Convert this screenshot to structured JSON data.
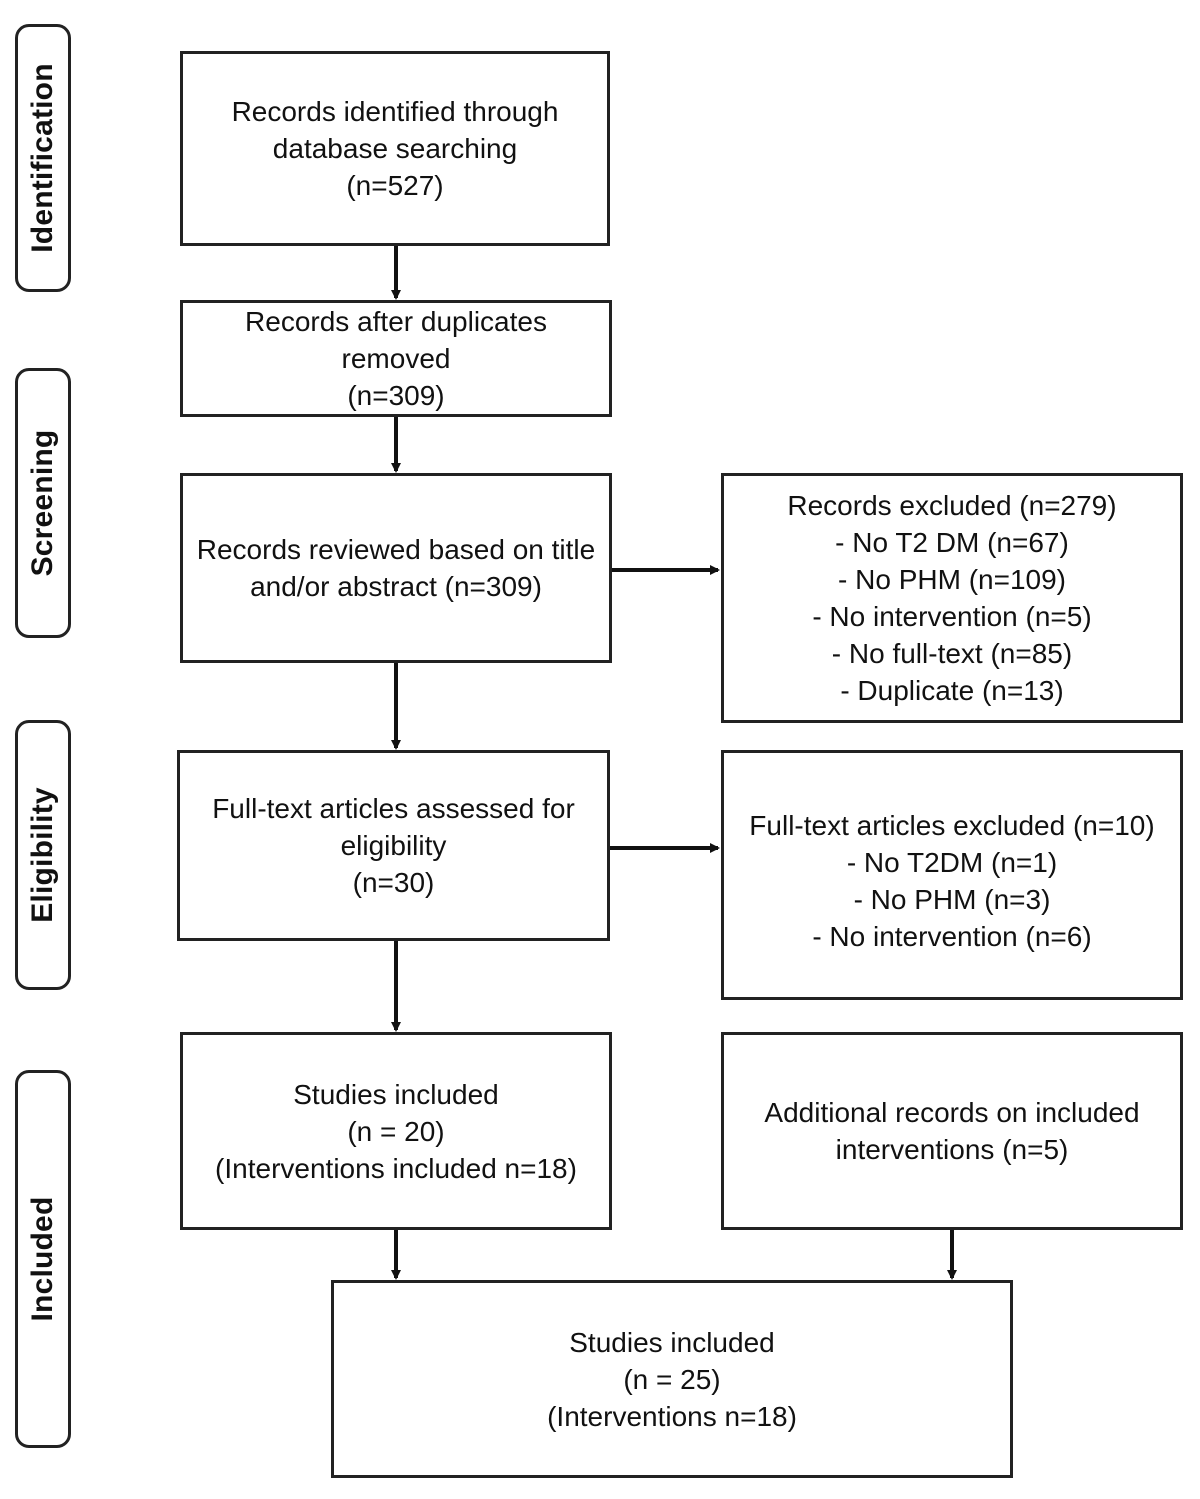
{
  "phases": {
    "identification": "Identification",
    "screening": "Screening",
    "eligibility": "Eligibility",
    "included": "Included"
  },
  "boxes": {
    "identified": [
      "Records identified through",
      "database searching",
      "(n=527)"
    ],
    "duplicates_removed": [
      "Records after duplicates",
      "removed",
      "(n=309)"
    ],
    "reviewed": [
      "Records reviewed based on title",
      "and/or abstract (n=309)"
    ],
    "excluded": [
      "Records excluded (n=279)",
      "-  No T2 DM (n=67)",
      "-  No PHM (n=109)",
      "-  No intervention (n=5)",
      "-  No full-text (n=85)",
      "-  Duplicate (n=13)"
    ],
    "fulltext_assessed": [
      "Full-text articles assessed for",
      "eligibility",
      "(n=30)"
    ],
    "fulltext_excluded": [
      "Full-text articles excluded (n=10)",
      "-  No T2DM (n=1)",
      "-  No PHM (n=3)",
      "-  No intervention (n=6)"
    ],
    "studies_included": [
      "Studies included",
      "(n = 20)",
      "(Interventions included n=18)"
    ],
    "additional_records": [
      "Additional records on included",
      "interventions (n=5)"
    ],
    "final_included": [
      "Studies included",
      "(n = 25)",
      "(Interventions n=18)"
    ]
  }
}
